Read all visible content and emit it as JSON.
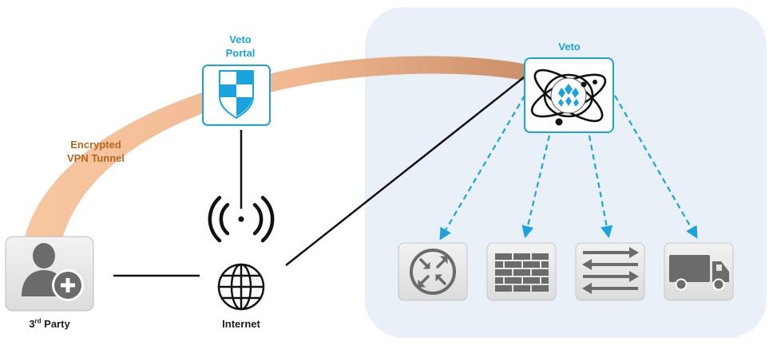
{
  "labels": {
    "veto_portal_line1": "Veto",
    "veto_portal_line2": "Portal",
    "veto_hub": "Veto",
    "tunnel_line1": "Encrypted",
    "tunnel_line2": "VPN Tunnel",
    "third_party_prefix": "3",
    "third_party_sup": "rd",
    "third_party_suffix": " Party",
    "internet": "Internet"
  },
  "colors": {
    "accent_blue": "#1aa3dc",
    "tunnel": "#e8a87c",
    "tunnel_text": "#b8651e",
    "network_bg": "#eaf0f8",
    "icon_gray": "#6b6b6b",
    "tile_bg": "#e9e9e9"
  },
  "icons": {
    "third_party": "user-add-icon",
    "portal": "shield-icon",
    "hub": "atom-icon",
    "internet": "globe-wireless-icon",
    "devices": [
      "router-icon",
      "firewall-icon",
      "switch-icon",
      "truck-icon"
    ]
  }
}
